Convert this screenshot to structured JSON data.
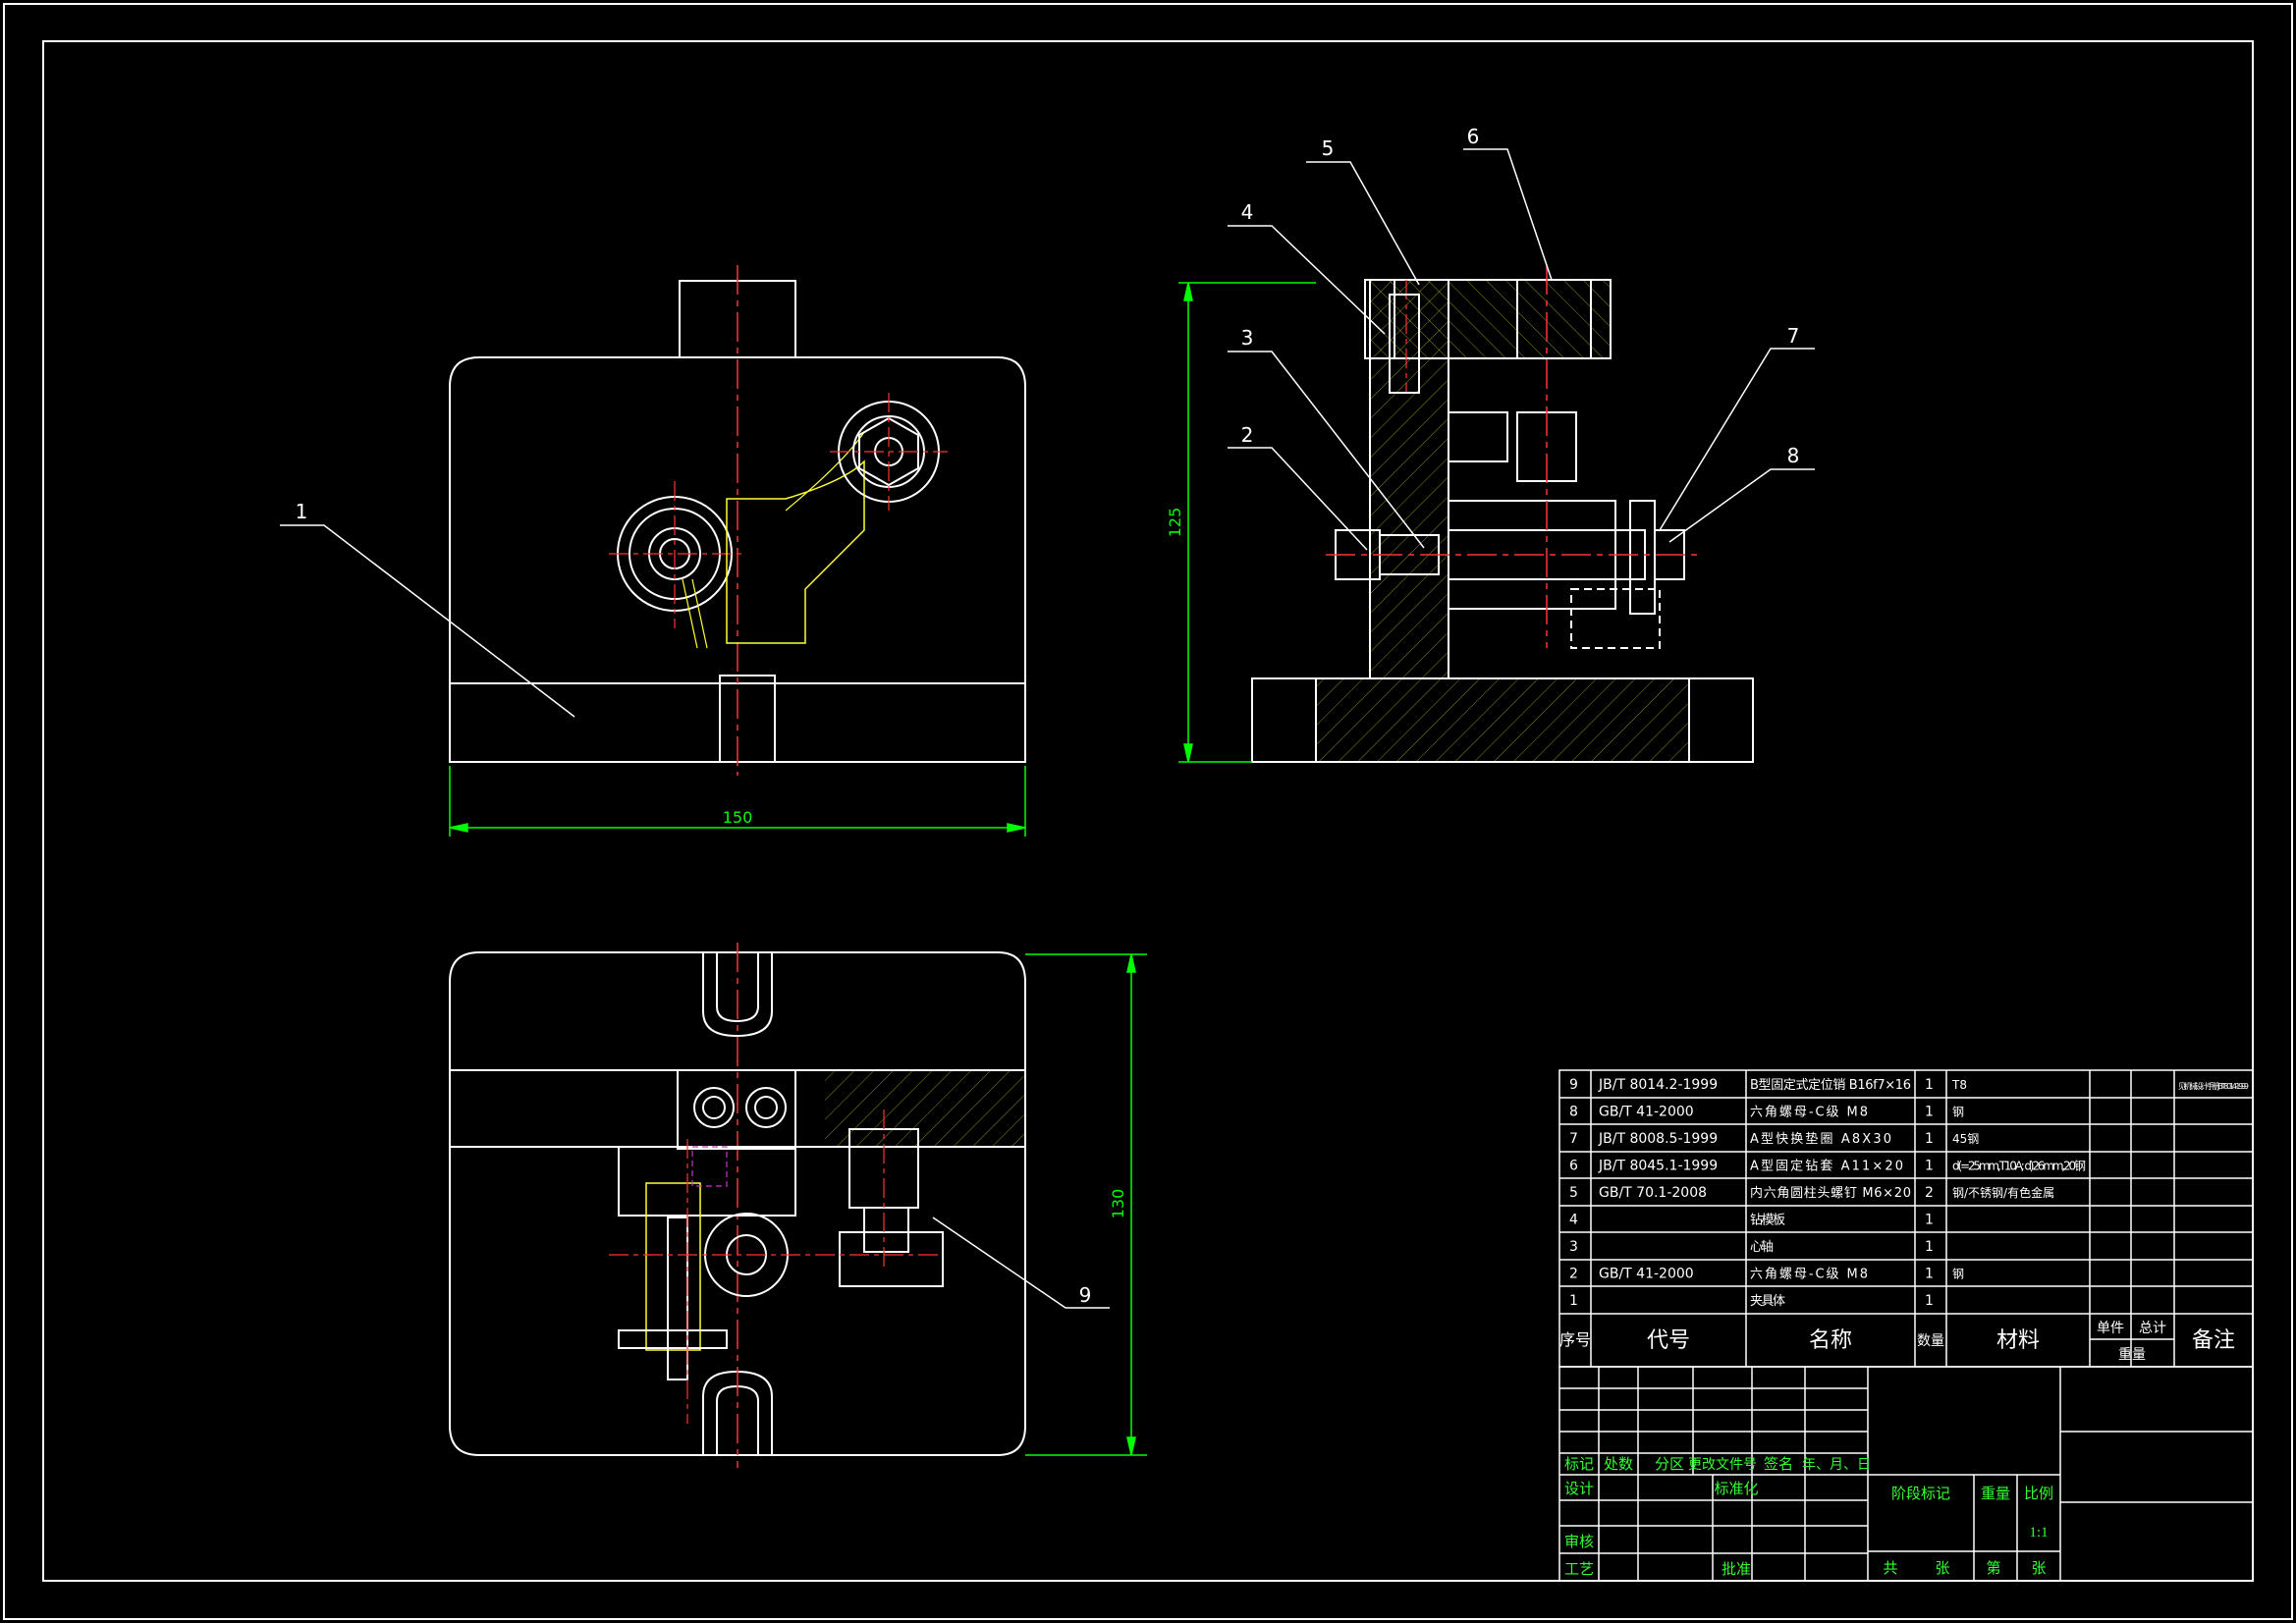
{
  "drawing": {
    "dimensions": {
      "width": "150",
      "height_side": "125",
      "height_plan": "130"
    },
    "balloons": [
      "1",
      "2",
      "3",
      "4",
      "5",
      "6",
      "7",
      "8",
      "9"
    ]
  },
  "bom": {
    "rows": [
      {
        "no": "9",
        "code": "JB/T 8014.2-1999",
        "name": "B型固定式定位销 B16f7×16",
        "qty": "1",
        "material": "T8",
        "note": "见机械设计手册JBT8014-1999"
      },
      {
        "no": "8",
        "code": "GB/T 41-2000",
        "name": "六角螺母-C级 M8",
        "qty": "1",
        "material": "钢",
        "note": ""
      },
      {
        "no": "7",
        "code": "JB/T 8008.5-1999",
        "name": "A型快换垫圈 A8X30",
        "qty": "1",
        "material": "45钢",
        "note": ""
      },
      {
        "no": "6",
        "code": "JB/T 8045.1-1999",
        "name": "A型固定钻套 A11×20",
        "qty": "1",
        "material": "d(=25mm,T10A; d)26mm,20钢",
        "note": ""
      },
      {
        "no": "5",
        "code": "GB/T 70.1-2008",
        "name": "内六角圆柱头螺钉 M6×20",
        "qty": "2",
        "material": "钢/不锈钢/有色金属",
        "note": ""
      },
      {
        "no": "4",
        "code": "",
        "name": "钻模板",
        "qty": "1",
        "material": "",
        "note": ""
      },
      {
        "no": "3",
        "code": "",
        "name": "心轴",
        "qty": "1",
        "material": "",
        "note": ""
      },
      {
        "no": "2",
        "code": "GB/T 41-2000",
        "name": "六角螺母-C级 M8",
        "qty": "1",
        "material": "钢",
        "note": ""
      },
      {
        "no": "1",
        "code": "",
        "name": "夹具体",
        "qty": "1",
        "material": "",
        "note": ""
      }
    ],
    "header": {
      "no": "序号",
      "code": "代号",
      "name": "名称",
      "qty": "数量",
      "material": "材料",
      "unit": "单件",
      "total": "总计",
      "weight": "重量",
      "note": "备注"
    }
  },
  "title_block": {
    "labels": {
      "mark": "标记",
      "count": "处数",
      "zone": "分区",
      "change_doc": "更改文件号",
      "sign": "签名",
      "date": "年、月、日",
      "design": "设计",
      "standard": "标准化",
      "review": "审核",
      "process": "工艺",
      "approve": "批准",
      "stage": "阶段标记",
      "weight": "重量",
      "scale": "比例",
      "total_sheets": "共",
      "sheets": "张",
      "sheet_no": "第",
      "sheet_unit": "张"
    },
    "scale_value": "1:1"
  },
  "colors": {
    "line": "#ffffff",
    "center": "#ff3333",
    "dim": "#00ff00",
    "hatch": "#ffff33",
    "hidden": "#cc33cc",
    "label_green": "#33ff33"
  }
}
